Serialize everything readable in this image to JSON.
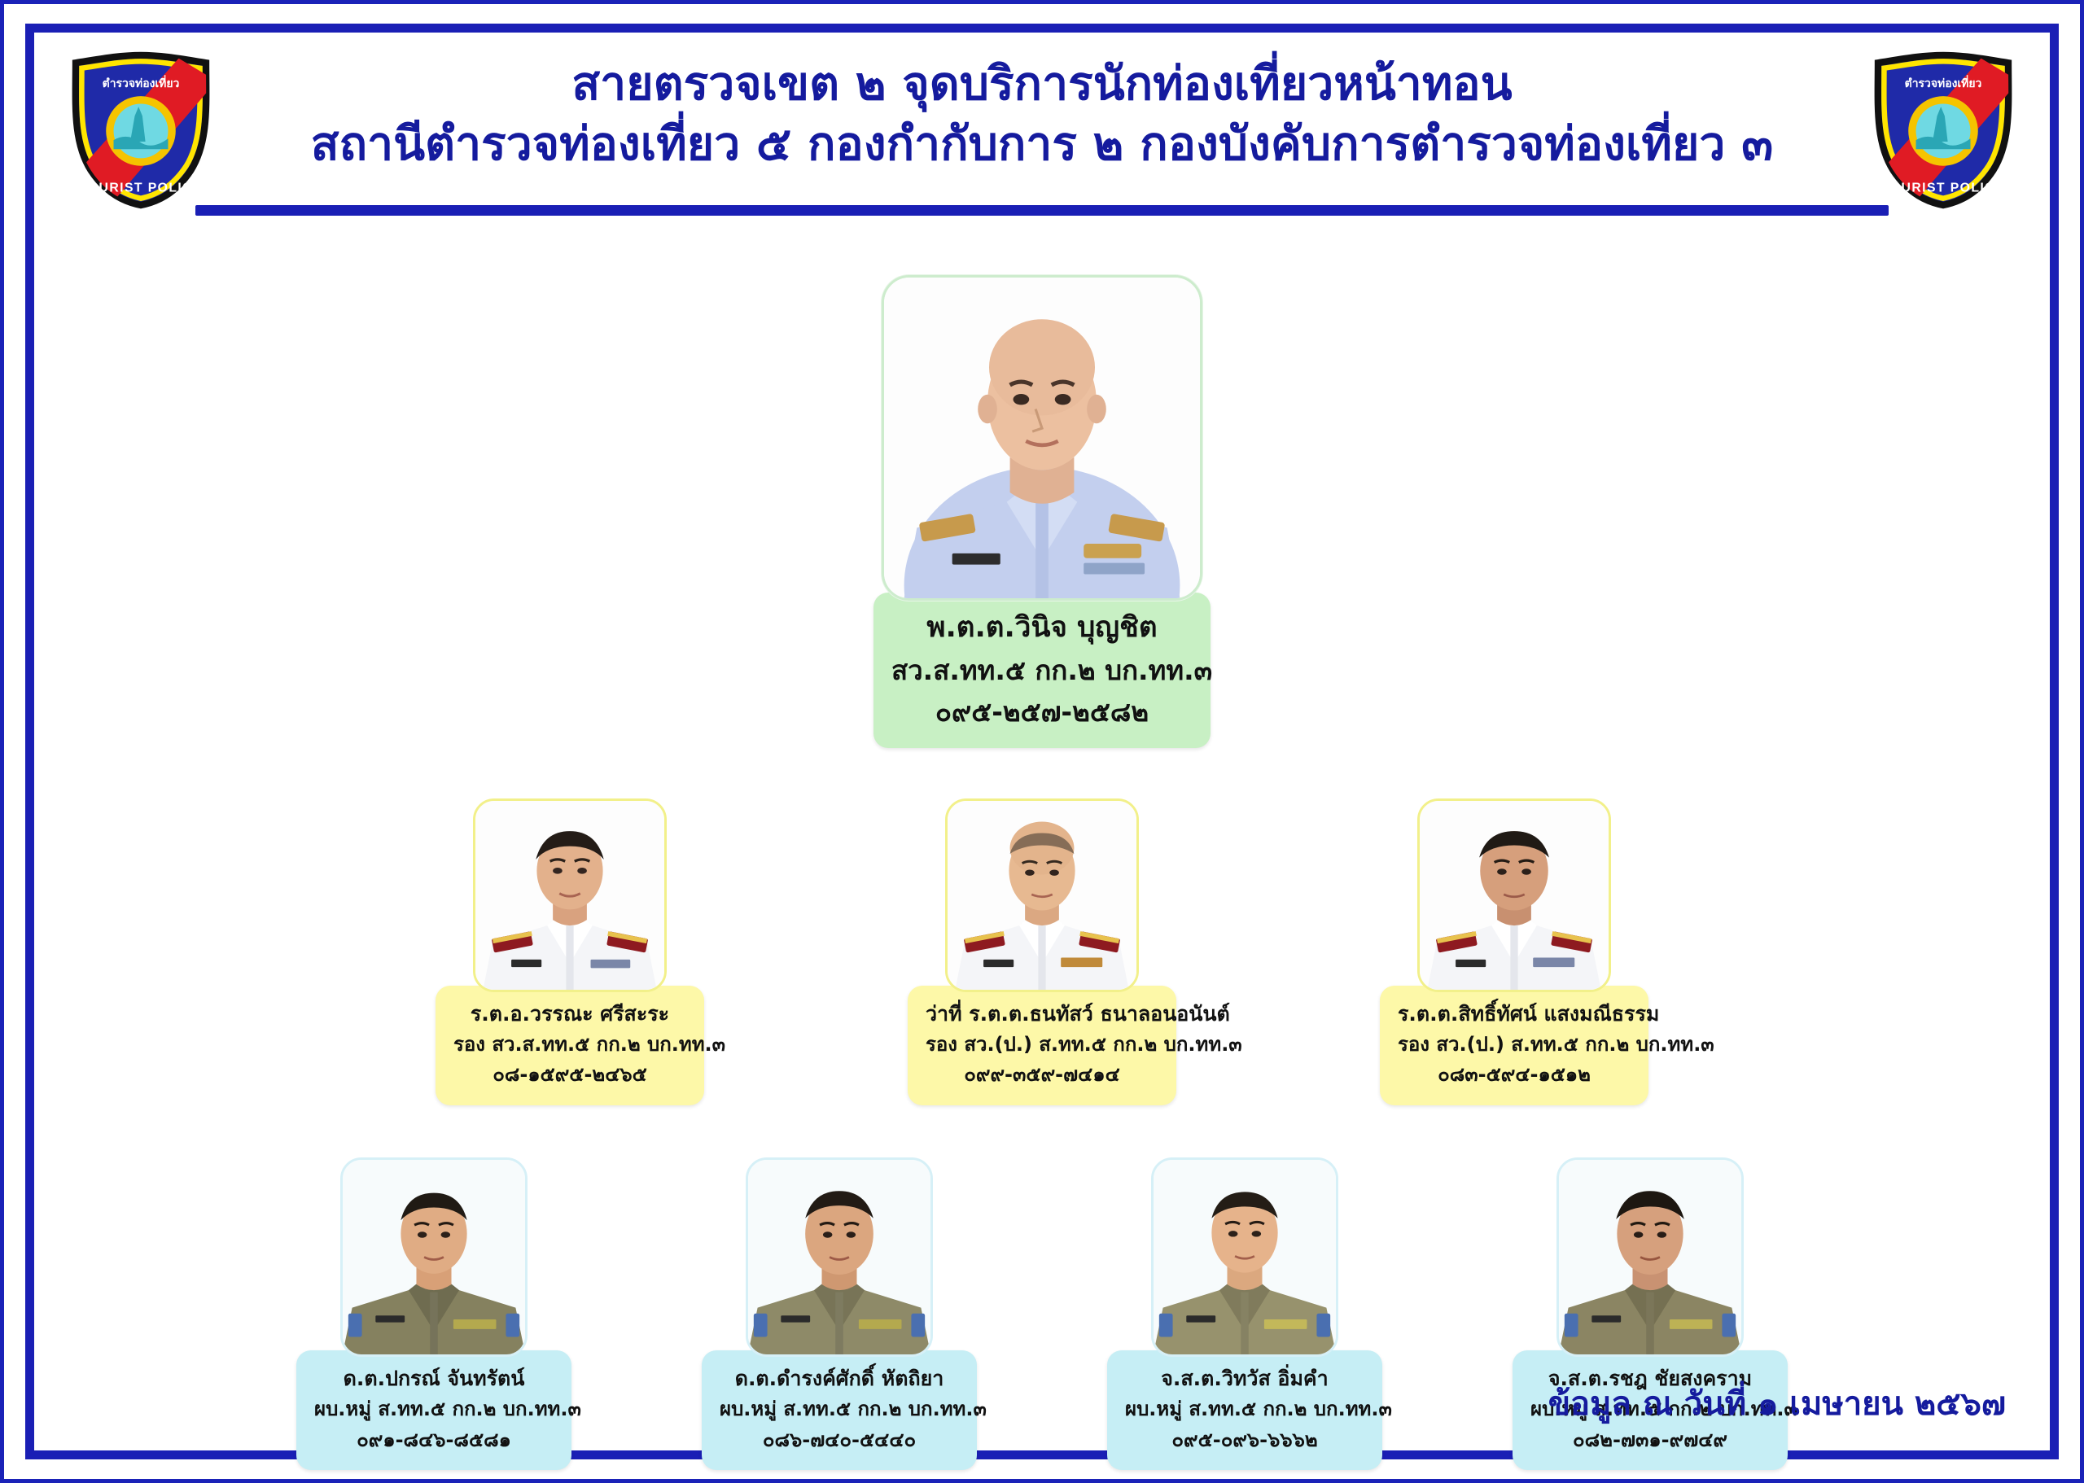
{
  "document": {
    "title_line_1": "สายตรวจเขต ๒ จุดบริการนักท่องเที่ยวหน้าทอน",
    "title_line_2": "สถานีตำรวจท่องเที่ยว ๕ กองกำกับการ ๒ กองบังคับการตำรวจท่องเที่ยว ๓",
    "footer_note": "ข้อมูล ณ วันที่ ๑ เมษายน ๒๕๖๗"
  },
  "badge": {
    "name": "tourist-police-badge",
    "thai_text": "ตำรวจท่องเที่ยว",
    "english_text": "TOURIST POLICE",
    "colors": {
      "shield_blue": "#1f2aa8",
      "stripe_red": "#e01b24",
      "border_gold": "#ffe500",
      "outline_black": "#111111",
      "emblem_gold": "#f5c400",
      "emblem_cyan": "#5ad6e0"
    }
  },
  "theme": {
    "frame_blue": "#1a1fb5",
    "title_blue": "#151b9e",
    "plate_green": "#c8f0c4",
    "plate_yellow": "#fdf8a8",
    "plate_cyan": "#c6eef5",
    "uniform_lavender": "#c3cfee",
    "uniform_white": "#f4f5f8",
    "uniform_khaki": "#85815f"
  },
  "org": {
    "commander": {
      "photo_name": "portrait-winit-boonchit",
      "uniform": "lavender-ceremonial",
      "name": "พ.ต.ต.วินิจ  บุญชิต",
      "position": "สว.ส.ทท.๕ กก.๒ บก.ทท.๓",
      "phone": "๐๙๕-๒๕๗-๒๕๘๒"
    },
    "deputies": [
      {
        "photo_name": "portrait-wanna-srisara",
        "uniform": "white-ceremonial",
        "name": "ร.ต.อ.วรรณะ  ศรีสะระ",
        "position": "รอง สว.ส.ทท.๕ กก.๒ บก.ทท.๓",
        "phone": "๐๘-๑๕๙๕-๒๔๖๕"
      },
      {
        "photo_name": "portrait-thanathat-thanalonanan",
        "uniform": "white-ceremonial",
        "name": "ว่าที่ ร.ต.ต.ธนทัสว์  ธนาลอนอนันต์",
        "position": "รอง สว.(ป.) ส.ทท.๕ กก.๒ บก.ทท.๓",
        "phone": "๐๙๙-๓๕๙-๗๔๑๔"
      },
      {
        "photo_name": "portrait-sitthithat-saengmanitham",
        "uniform": "white-ceremonial",
        "name": "ร.ต.ต.สิทธิ์ทัศน์  แสงมณีธรรม",
        "position": "รอง สว.(ป.) ส.ทท.๕ กก.๒ บก.ทท.๓",
        "phone": "๐๘๓-๕๙๔-๑๕๑๒"
      }
    ],
    "officers": [
      {
        "photo_name": "portrait-pakorn-chantharat",
        "uniform": "khaki-duty",
        "name": "ด.ต.ปกรณ์  จันทรัตน์",
        "position": "ผบ.หมู่ ส.ทท.๕ กก.๒ บก.ทท.๓",
        "phone": "๐๙๑-๘๔๖-๘๕๘๑"
      },
      {
        "photo_name": "portrait-damrongsak-hattiya",
        "uniform": "khaki-duty",
        "name": "ด.ต.ดำรงค์ศักดิ์  หัตถิยา",
        "position": "ผบ.หมู่ ส.ทท.๕ กก.๒ บก.ทท.๓",
        "phone": "๐๘๖-๗๔๐-๕๔๔๐"
      },
      {
        "photo_name": "portrait-witthawat-imkham",
        "uniform": "khaki-duty",
        "name": "จ.ส.ต.วิทวัส  อิ่มคำ",
        "position": "ผบ.หมู่ ส.ทท.๕ กก.๒ บก.ทท.๓",
        "phone": "๐๙๕-๐๙๖-๖๖๖๒"
      },
      {
        "photo_name": "portrait-rachot-chaisongkhram",
        "uniform": "khaki-duty",
        "name": "จ.ส.ต.รชฎ  ชัยสงคราม",
        "position": "ผบ.หมู่ ส.ทท.๕ กก.๒ บก.ทท.๓",
        "phone": "๐๘๒-๗๓๑-๙๗๔๙"
      }
    ]
  }
}
